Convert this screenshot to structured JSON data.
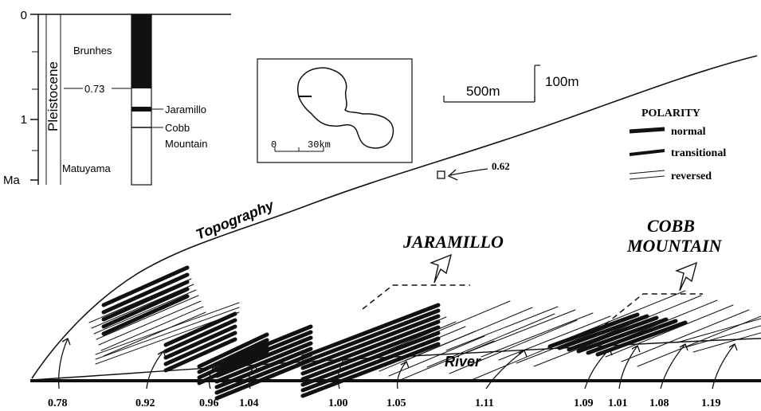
{
  "timescale": {
    "tick_0": "0",
    "tick_1": "1",
    "unit": "Ma",
    "epoch": "Pleistocene",
    "chron_upper": "Brunhes",
    "chron_lower": "Matuyama",
    "boundary_age": "0.73",
    "event_1": "Jaramillo",
    "event_2_line1": "Cobb",
    "event_2_line2": "Mountain"
  },
  "inset_map": {
    "scale_start": "0",
    "scale_end": "30km"
  },
  "scale_bar": {
    "horizontal": "500m",
    "vertical": "100m"
  },
  "legend": {
    "title": "POLARITY",
    "normal": "normal",
    "transitional": "transitional",
    "reversed": "reversed"
  },
  "labels": {
    "topography": "Topography",
    "river": "River",
    "jaramillo": "JARAMILLO",
    "cobb_line1": "COBB",
    "cobb_line2": "MOUNTAIN",
    "sample_callout": "0.62"
  },
  "sample_ages": [
    "0.78",
    "0.92",
    "0.96",
    "1.04",
    "1.00",
    "1.05",
    "1.11",
    "1.09",
    "1.01",
    "1.08",
    "1.19"
  ]
}
